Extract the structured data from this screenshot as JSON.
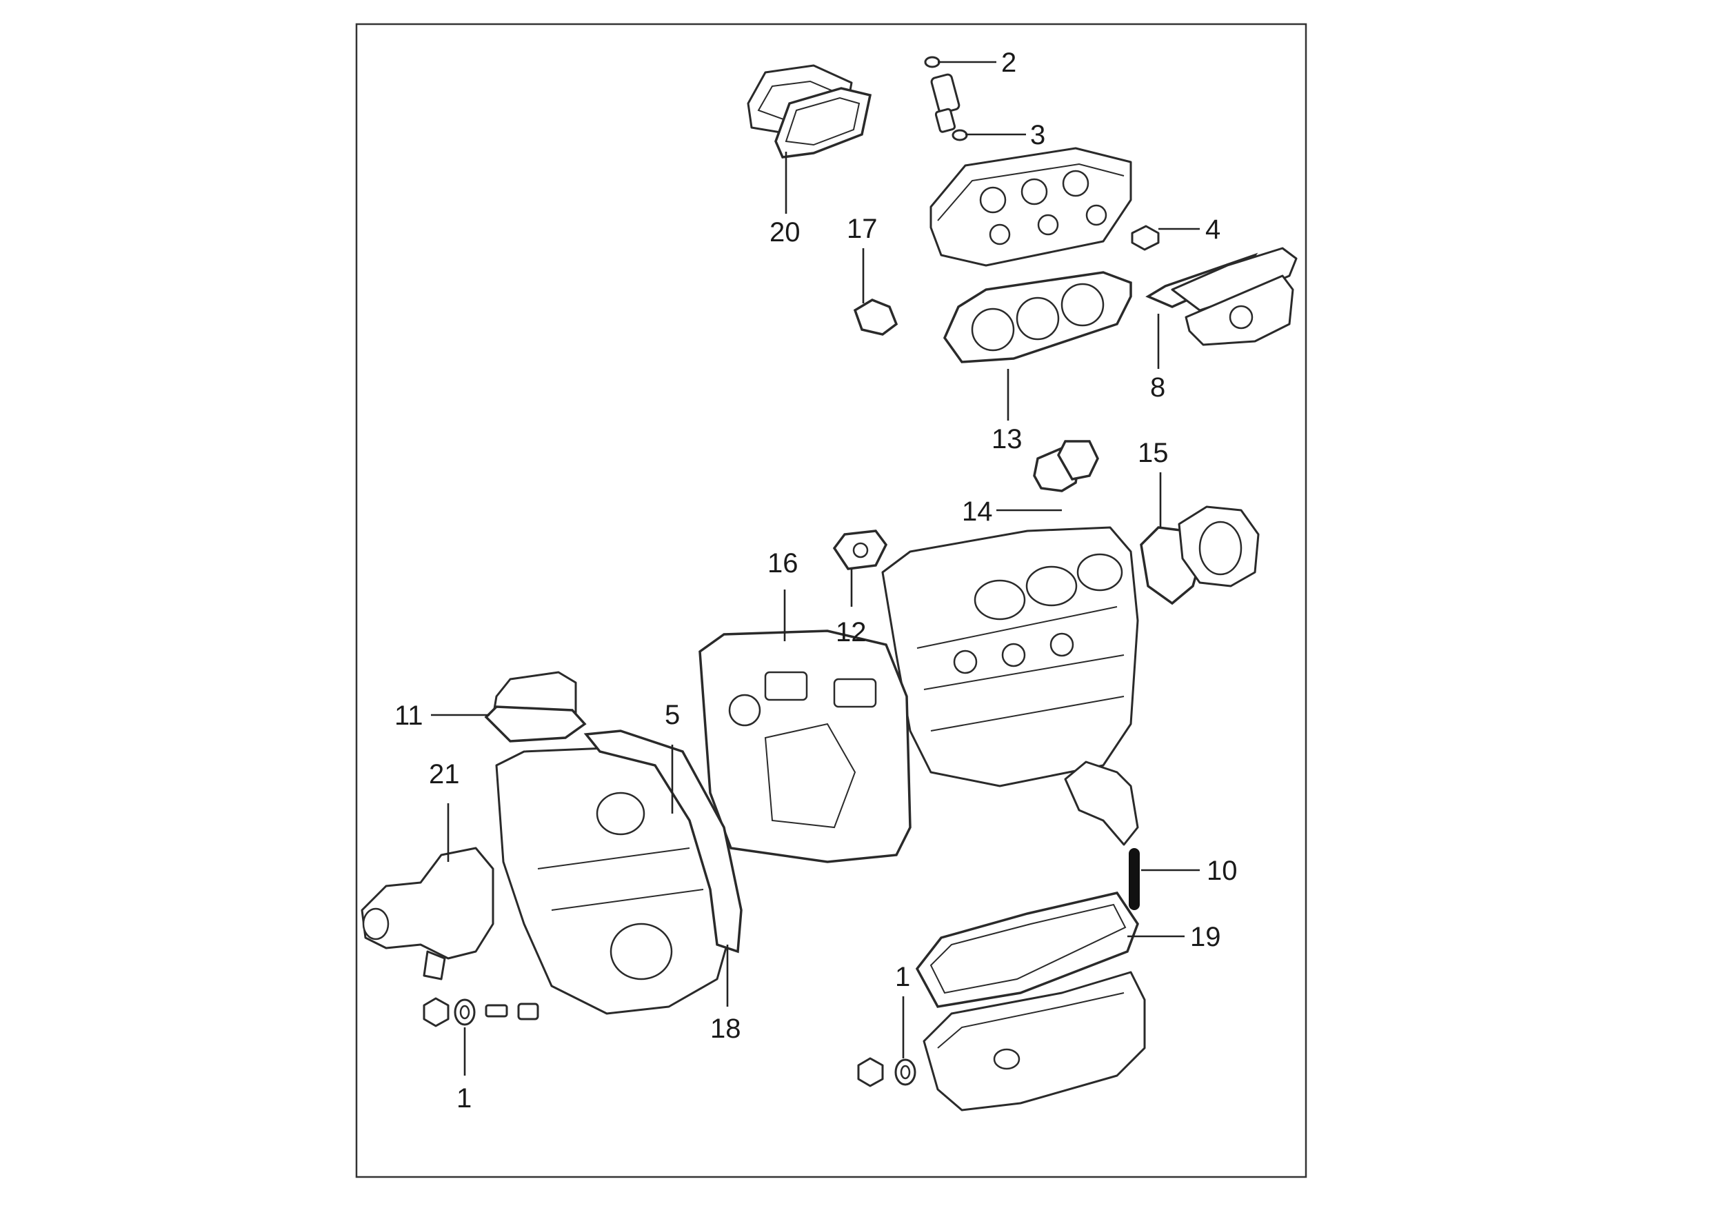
{
  "callouts": [
    {
      "id": "c2",
      "text": "2"
    },
    {
      "id": "c3",
      "text": "3"
    },
    {
      "id": "c20",
      "text": "20"
    },
    {
      "id": "c17",
      "text": "17"
    },
    {
      "id": "c4",
      "text": "4"
    },
    {
      "id": "c8",
      "text": "8"
    },
    {
      "id": "c13",
      "text": "13"
    },
    {
      "id": "c15",
      "text": "15"
    },
    {
      "id": "c14",
      "text": "14"
    },
    {
      "id": "c16",
      "text": "16"
    },
    {
      "id": "c12",
      "text": "12"
    },
    {
      "id": "c11",
      "text": "11"
    },
    {
      "id": "c5",
      "text": "5"
    },
    {
      "id": "c21",
      "text": "21"
    },
    {
      "id": "c10",
      "text": "10"
    },
    {
      "id": "c19",
      "text": "19"
    },
    {
      "id": "c1a",
      "text": "1"
    },
    {
      "id": "c18",
      "text": "18"
    },
    {
      "id": "c1b",
      "text": "1"
    }
  ],
  "colors": {
    "line": "#2a2a2a",
    "background": "#ffffff"
  }
}
